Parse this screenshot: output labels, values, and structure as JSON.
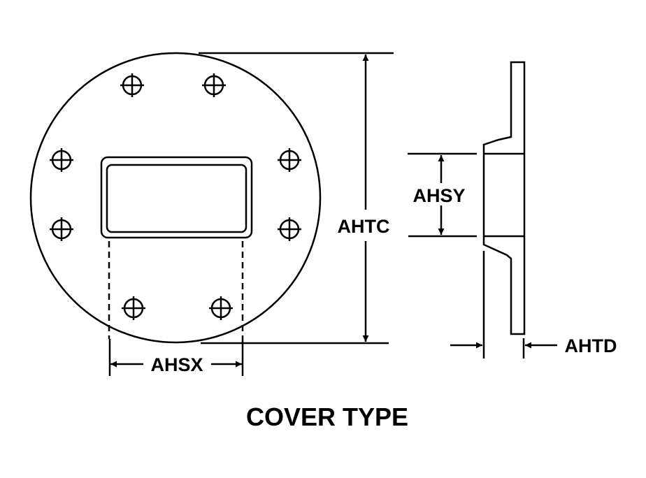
{
  "title": "COVER TYPE",
  "labels": {
    "overall_height": "AHTC",
    "slot_width": "AHSX",
    "slot_height": "AHSY",
    "thickness": "AHTD"
  },
  "colors": {
    "line": "#000000",
    "background": "#ffffff"
  }
}
